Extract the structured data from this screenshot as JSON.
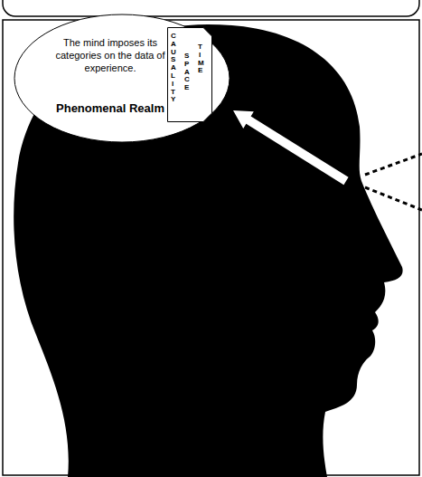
{
  "diagram": {
    "nodes": [
      {
        "text": [
          "The mind imposes its categories on the data of experience.",
          "Phenomenal Realm"
        ]
      },
      {
        "text": [
          "CAUSALITY",
          "SPACE",
          "TIME"
        ],
        "in": 0
      }
    ]
  }
}
